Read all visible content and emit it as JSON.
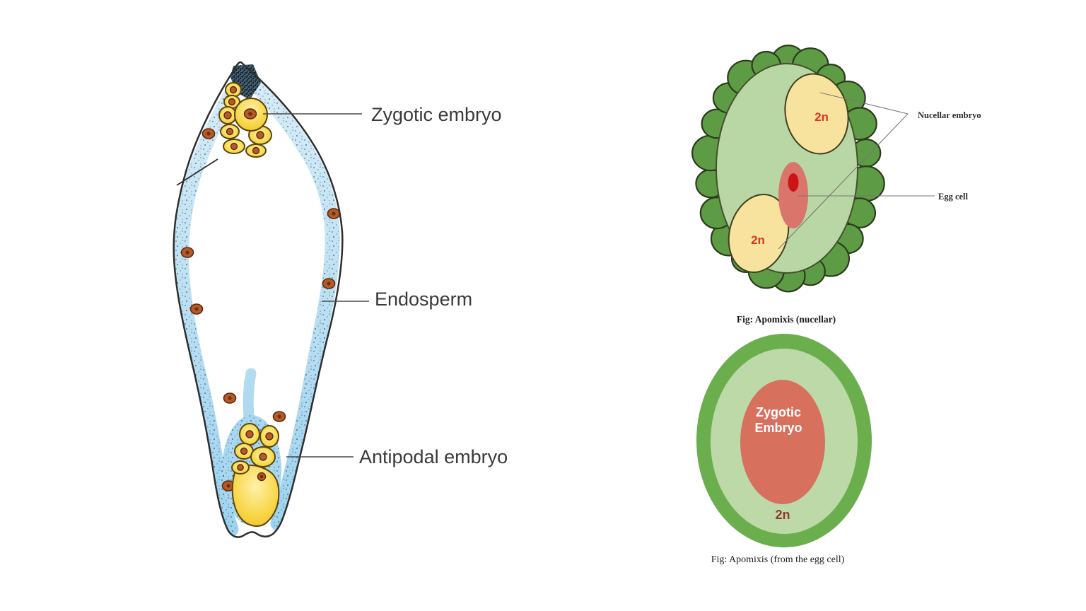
{
  "left_diagram": {
    "labels": {
      "zygotic_embryo": "Zygotic embryo",
      "endosperm": "Endosperm",
      "antipodal_embryo": "Antipodal embryo"
    },
    "colors": {
      "endosperm_blue": "#c8e4f4",
      "embryo_cell_yellow": "#f8d947",
      "nucleus_orange": "#b85a28",
      "outline": "#2e2e2e",
      "label_text": "#3a3a3a"
    }
  },
  "nucellar_diagram": {
    "labels": {
      "nucellar_embryo": "Nucellar embryo",
      "egg_cell": "Egg cell",
      "ploidy_top": "2n",
      "ploidy_bottom": "2n"
    },
    "caption": "Fig: Apomixis (nucellar)",
    "colors": {
      "bump_green": "#5d9c44",
      "interior_green": "#b9d7a5",
      "embryo_yellow": "#f8e39e",
      "egg_salmon": "#d9756a",
      "egg_nucleus_red": "#cc1414",
      "ploidy_red": "#e23226"
    }
  },
  "egg_cell_diagram": {
    "labels": {
      "embryo_line1": "Zygotic",
      "embryo_line2": "Embryo",
      "ploidy": "2n"
    },
    "caption": "Fig: Apomixis (from the egg cell)",
    "colors": {
      "ring_green": "#6bae4e",
      "interior_green": "#bcd9a7",
      "embryo_salmon": "#d8705e",
      "ploidy_maroon": "#8e3a26",
      "embryo_text": "#ffffff"
    }
  }
}
